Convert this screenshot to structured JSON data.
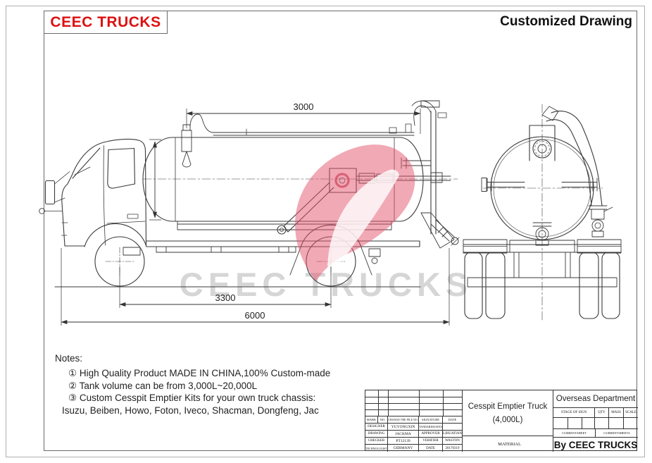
{
  "header": {
    "logo": "CEEC TRUCKS",
    "title": "Customized Drawing"
  },
  "watermark": {
    "text": "CEEC TRUCKS"
  },
  "colors": {
    "logo_red": "#dd1111",
    "watermark_pink": "#e4546b",
    "watermark_gray": "#c9c9c9",
    "line": "#3a3a3a"
  },
  "dimensions": {
    "tank_length": "3000",
    "wheelbase": "3300",
    "overall_length": "6000"
  },
  "notes": {
    "title": "Notes:",
    "items": [
      "① High Quality Product MADE IN CHINA,100% Custom-made",
      "② Tank volume can be from 3,000L~20,000L",
      "③ Custom Cesspit Emptier Kits for your own truck chassis:",
      "Isuzu, Beiben, Howo, Foton, Iveco, Shacman, Dongfeng, Jac"
    ]
  },
  "title_block": {
    "revision_header": {
      "mark": "MARK",
      "no": "NO.",
      "change_file": "CHANGE THE FILE NO.",
      "signature": "SIGNATURE",
      "date": "DATE"
    },
    "personnel": [
      {
        "role": "DESIGNER",
        "name": "YUYONGXIN",
        "role2": "STANDARDIZATION",
        "value2": ""
      },
      {
        "role": "DRAWING",
        "name": "JACKMA",
        "role2": "APPROVER",
        "value2": "LIHUATIAN"
      },
      {
        "role": "CHECKER",
        "name": "PT12139",
        "role2": "VERIFIER",
        "value2": "WASTON"
      },
      {
        "role": "TECHNOLOGIST",
        "name": "GERMANY",
        "role2": "DATE",
        "value2": "20170319"
      }
    ],
    "product": {
      "name": "Cesspit Emptier Truck",
      "capacity": "(4,000L)"
    },
    "material_label": "MATERIAL",
    "department": "Overseas Department",
    "sign_columns": {
      "stage": "STAGE OF SIGN",
      "qty": "QTY",
      "mass": "MASS",
      "scale": "SCALE"
    },
    "sheet_row": {
      "current_label": "CURRENT",
      "sheet_label": "SHEET",
      "current2_label": "CURRENT",
      "sheets_label": "SHEETS"
    },
    "byline": "By CEEC TRUCKS"
  }
}
